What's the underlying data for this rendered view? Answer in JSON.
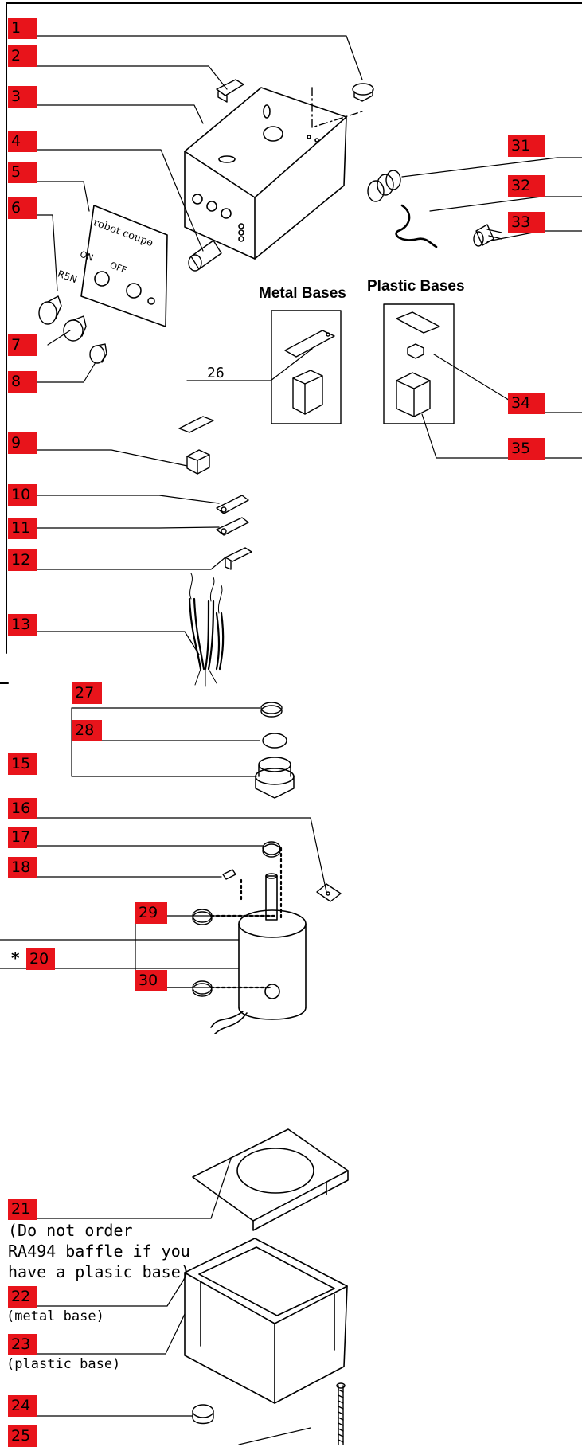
{
  "headings": {
    "metal": "Metal Bases",
    "plastic": "Plastic Bases"
  },
  "plate": {
    "brand": "robot coupe",
    "on": "ON",
    "off": "OFF",
    "code": "R5N"
  },
  "callouts": {
    "c1": "1",
    "c2": "2",
    "c3": "3",
    "c4": "4",
    "c5": "5",
    "c6": "6",
    "c7": "7",
    "c8": "8",
    "c9": "9",
    "c10": "10",
    "c11": "11",
    "c12": "12",
    "c13": "13",
    "c15": "15",
    "c16": "16",
    "c17": "17",
    "c18": "18",
    "c20": "20",
    "c21": "21",
    "c22": "22",
    "c23": "23",
    "c24": "24",
    "c25": "25",
    "c26": "26",
    "c27": "27",
    "c28": "28",
    "c29": "29",
    "c30": "30",
    "c31": "31",
    "c32": "32",
    "c33": "33",
    "c34": "34",
    "c35": "35"
  },
  "marks": {
    "asterisk": "*"
  },
  "notes": {
    "baffle_1": "(Do not order",
    "baffle_2": "RA494 baffle if you",
    "baffle_3": "have a plasic base)",
    "metal_base": "(metal base)",
    "plastic_base": "(plastic base)"
  }
}
